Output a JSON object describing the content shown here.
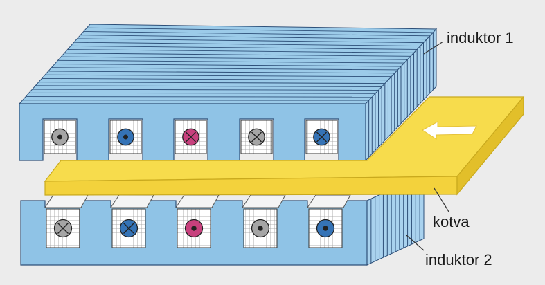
{
  "labels": {
    "inductor_top": "induktor 1",
    "armature": "kotva",
    "inductor_bottom": "induktor 2"
  },
  "colors": {
    "background": "#ececec",
    "core_face": "#8fc3e6",
    "core_top": "#9ccbe9",
    "core_side": "#a9d2ee",
    "lamination_line": "#2d4f78",
    "armature": "#f3d23c",
    "armature_top": "#f7dc4c",
    "armature_edge": "#c9a91d",
    "arrow": "#ffffff",
    "dot_conductor": "#3573b6",
    "cross_conductor": "#c7407d",
    "neutral_conductor": "#a5a5a5"
  },
  "top_conductors": [
    {
      "mark": "dot",
      "color": "neutral"
    },
    {
      "mark": "dot",
      "color": "blue"
    },
    {
      "mark": "cross",
      "color": "pink"
    },
    {
      "mark": "cross",
      "color": "neutral"
    },
    {
      "mark": "cross",
      "color": "blue"
    }
  ],
  "bottom_conductors": [
    {
      "mark": "cross",
      "color": "neutral"
    },
    {
      "mark": "cross",
      "color": "blue"
    },
    {
      "mark": "dot",
      "color": "pink"
    },
    {
      "mark": "dot",
      "color": "neutral"
    },
    {
      "mark": "dot",
      "color": "blue"
    }
  ],
  "armature_arrow_direction": "left"
}
